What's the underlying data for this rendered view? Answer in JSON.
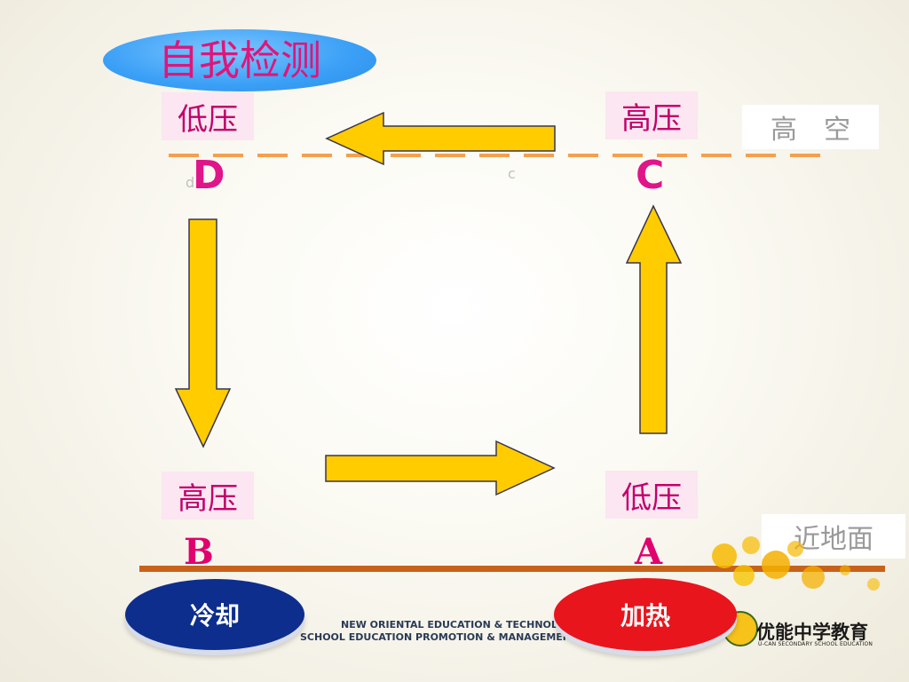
{
  "title": "自我检测",
  "labels": {
    "top_left": "低压",
    "top_right": "高压",
    "bottom_left": "高压",
    "bottom_right": "低压"
  },
  "points": {
    "D": "D",
    "C": "C",
    "B": "B",
    "A": "A",
    "small_d": "d",
    "small_c": "c"
  },
  "side_labels": {
    "high_altitude": "高　空",
    "near_ground": "近地面"
  },
  "buttons": {
    "cooling": "冷却",
    "heating": "加热"
  },
  "footer": {
    "line1": "NEW ORIENTAL EDUCATION & TECHNOLOGY",
    "line2": "SCHOOL EDUCATION PROMOTION & MANAGEMENT CE",
    "logo_name": "优能中学教育",
    "logo_sub": "U-CAN SECONDARY SCHOOL EDUCATION"
  },
  "colors": {
    "arrow_fill": "#ffcc00",
    "arrow_stroke": "#3a3450",
    "dashed_line": "#f4a050",
    "ground_line": "#c8621a",
    "label_text": "#c2006b",
    "label_bg": "#fbe6f1",
    "oval_blue": "#3a9ff6",
    "cool_button": "#0e2e8e",
    "heat_button": "#e8151d"
  }
}
